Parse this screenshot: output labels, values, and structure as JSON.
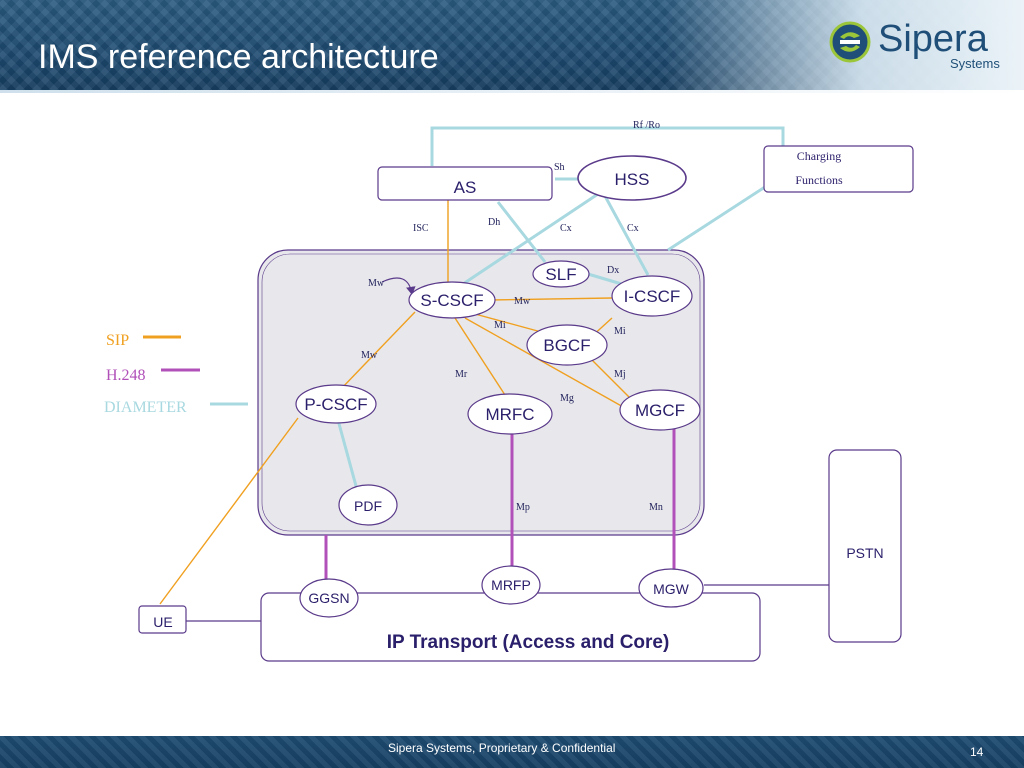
{
  "title": "IMS reference architecture",
  "logo": {
    "name": "Sipera",
    "sub": "Systems"
  },
  "footer": {
    "text": "Sipera Systems, Proprietary & Confidential",
    "page": "14"
  },
  "colors": {
    "sip": "#f0a020",
    "h248": "#b050b8",
    "diameter": "#a8d8e0",
    "node_stroke": "#5a3a8a",
    "domain_fill": "#e8e8ec"
  },
  "legend": {
    "sip": "SIP",
    "h248": "H.248",
    "diameter": "DIAMETER"
  },
  "nodes": {
    "as": "AS",
    "hss": "HSS",
    "charging_line1": "Charging",
    "charging_line2": "Functions",
    "slf": "SLF",
    "scscf": "S-CSCF",
    "icscf": "I-CSCF",
    "bgcf": "BGCF",
    "pcscf": "P-CSCF",
    "mrfc": "MRFC",
    "mgcf": "MGCF",
    "pdf": "PDF",
    "ggsn": "GGSN",
    "mrfp": "MRFP",
    "mgw": "MGW",
    "pstn": "PSTN",
    "ue": "UE",
    "transport": "IP Transport (Access and Core)"
  },
  "interfaces": {
    "rf_ro": "Rf /Ro",
    "sh": "Sh",
    "isc": "ISC",
    "dh": "Dh",
    "cx1": "Cx",
    "cx2": "Cx",
    "dx": "Dx",
    "mw_loop": "Mw",
    "mw_si": "Mw",
    "mi_s": "Mi",
    "mi_i": "Mi",
    "mw_p": "Mw",
    "mr": "Mr",
    "mj": "Mj",
    "mg": "Mg",
    "mp": "Mp",
    "mn": "Mn"
  }
}
